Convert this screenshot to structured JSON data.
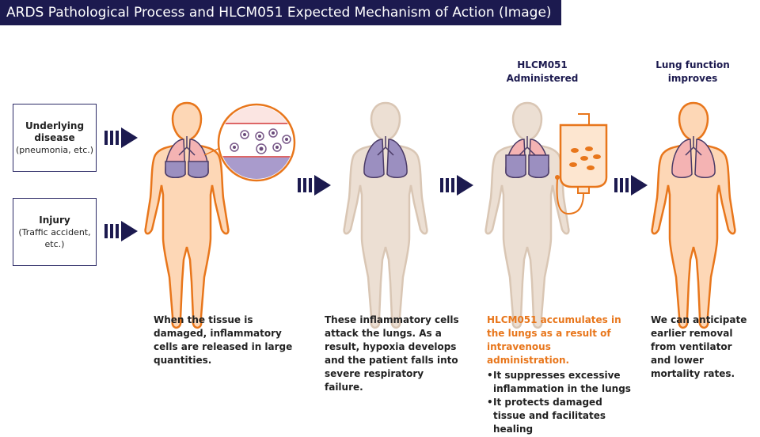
{
  "title": "ARDS Pathological Process and HLCM051 Expected Mechanism of Action (Image)",
  "causes": [
    {
      "heading": "Underlying disease",
      "detail": "(pneumonia, etc.)"
    },
    {
      "heading": "Injury",
      "detail": "(Traffic accident, etc.)"
    }
  ],
  "steps": {
    "administered_label": "HLCM051 Administered",
    "improves_label": "Lung function improves"
  },
  "descriptions": {
    "stage1": "When the tissue is damaged, inflammatory cells are released in large quantities.",
    "stage2": "These inflammatory cells attack the lungs. As a result, hypoxia develops and the patient falls into severe respiratory failure.",
    "stage3_highlight": "HLCM051 accumulates in the lungs as a result of intravenous administration.",
    "stage3_bullets": [
      "It suppresses excessive inflammation in the lungs",
      "It protects damaged tissue and facilitates healing"
    ],
    "stage4": "We can anticipate earlier removal from ventilator and lower mortality rates."
  },
  "colors": {
    "navy": "#1c1a4f",
    "orange": "#e8761b",
    "body_orange_fill": "#fdd7b6",
    "body_pale_fill": "#ecdfd3",
    "lung_purple": "#9b8fc0",
    "lung_pink": "#f4b3b3"
  }
}
